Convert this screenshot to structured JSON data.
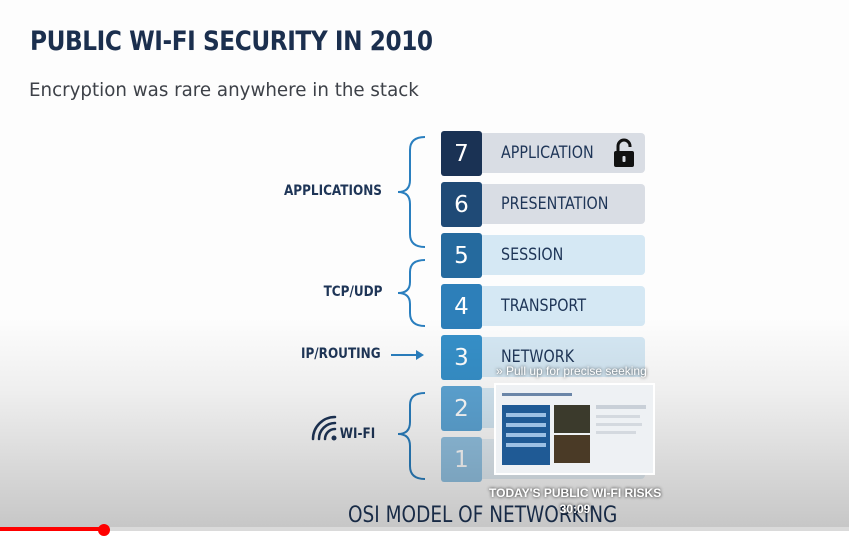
{
  "slide": {
    "title": "PUBLIC WI-FI SECURITY IN 2010",
    "subtitle": "Encryption was rare anywhere in the stack",
    "footer": "OSI MODEL OF NETWORKING"
  },
  "layers": [
    {
      "num": "7",
      "label": "APPLICATION",
      "num_color": "#1a3254",
      "bar_color": "#d9dde4"
    },
    {
      "num": "6",
      "label": "PRESENTATION",
      "num_color": "#1f4a76",
      "bar_color": "#d9dde4"
    },
    {
      "num": "5",
      "label": "SESSION",
      "num_color": "#256a9e",
      "bar_color": "#d5e8f4"
    },
    {
      "num": "4",
      "label": "TRANSPORT",
      "num_color": "#2d7fb9",
      "bar_color": "#d5e8f4"
    },
    {
      "num": "3",
      "label": "NETWORK",
      "num_color": "#3690c9",
      "bar_color": "#d5e8f4"
    },
    {
      "num": "2",
      "label": "",
      "num_color": "#5ea6d6",
      "bar_color": "#d5e8f4"
    },
    {
      "num": "1",
      "label": "",
      "num_color": "#93c3e3",
      "bar_color": "#e4eef5"
    }
  ],
  "groups": {
    "applications": "APPLICATIONS",
    "tcp_udp": "TCP/UDP",
    "ip_routing": "IP/ROUTING",
    "wifi": "WI-FI"
  },
  "icons": {
    "lock": "unlocked-padlock-icon",
    "wifi": "wifi-icon",
    "arrow": "arrow-right-icon"
  },
  "player": {
    "seek_hint": "» Pull up for precise seeking",
    "preview_title": "TODAY'S PUBLIC WI-FI RISKS",
    "preview_time": "30:09",
    "progress_percent": 12,
    "accent": "#ff0000"
  }
}
